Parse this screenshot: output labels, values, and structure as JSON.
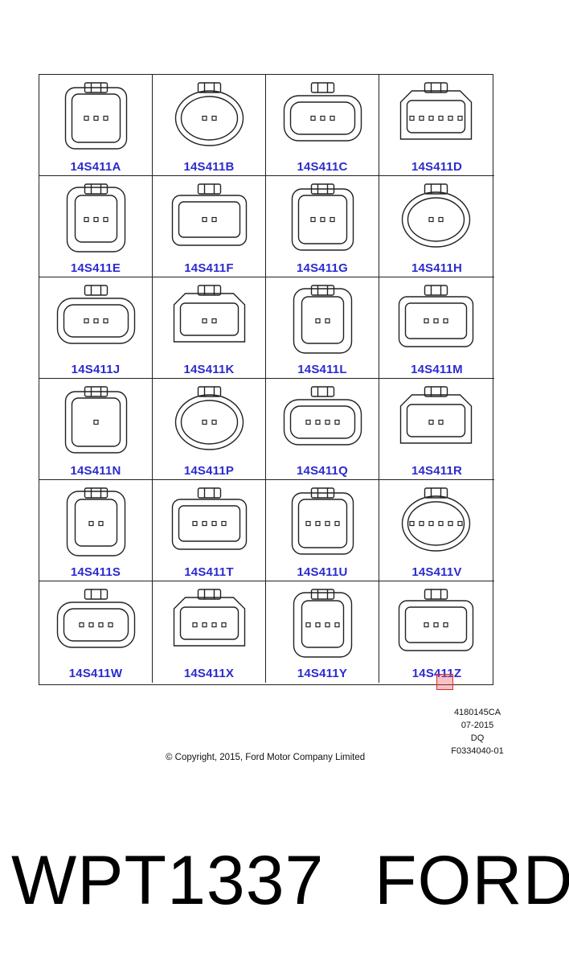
{
  "diagram": {
    "parts": [
      {
        "label": "14S411A",
        "pins": 3
      },
      {
        "label": "14S411B",
        "pins": 2
      },
      {
        "label": "14S411C",
        "pins": 3
      },
      {
        "label": "14S411D",
        "pins": 6
      },
      {
        "label": "14S411E",
        "pins": 3
      },
      {
        "label": "14S411F",
        "pins": 2
      },
      {
        "label": "14S411G",
        "pins": 3
      },
      {
        "label": "14S411H",
        "pins": 2
      },
      {
        "label": "14S411J",
        "pins": 3
      },
      {
        "label": "14S411K",
        "pins": 2
      },
      {
        "label": "14S411L",
        "pins": 2
      },
      {
        "label": "14S411M",
        "pins": 3
      },
      {
        "label": "14S411N",
        "pins": 1
      },
      {
        "label": "14S411P",
        "pins": 2
      },
      {
        "label": "14S411Q",
        "pins": 4
      },
      {
        "label": "14S411R",
        "pins": 2
      },
      {
        "label": "14S411S",
        "pins": 2
      },
      {
        "label": "14S411T",
        "pins": 4
      },
      {
        "label": "14S411U",
        "pins": 4
      },
      {
        "label": "14S411V",
        "pins": 6
      },
      {
        "label": "14S411W",
        "pins": 4
      },
      {
        "label": "14S411X",
        "pins": 4
      },
      {
        "label": "14S411Y",
        "pins": 4
      },
      {
        "label": "14S411Z",
        "pins": 3
      }
    ],
    "label_color": "#2b2bd0",
    "line_color": "#222222"
  },
  "info": {
    "code": "4180145CA",
    "date": "07-2015",
    "initials": "DQ",
    "ref": "F0334040-01",
    "copyright": "© Copyright, 2015, Ford Motor Company Limited"
  },
  "footer": {
    "code": "WPT1337",
    "brand": "FORD"
  }
}
